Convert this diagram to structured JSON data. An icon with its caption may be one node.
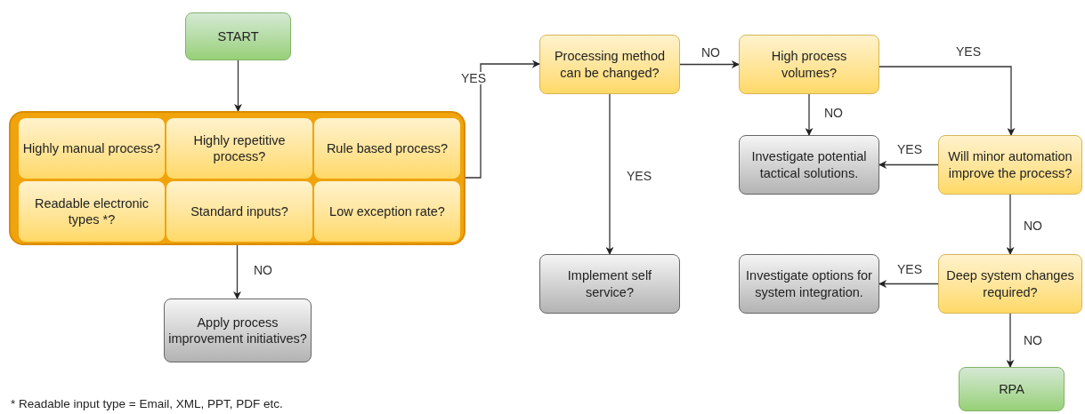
{
  "diagram": {
    "nodes": [
      {
        "text": [
          "START"
        ]
      },
      {
        "text": [],
        "shape": "box"
      },
      {
        "text": [
          "Highly manual process?"
        ],
        "in": 1
      },
      {
        "text": [
          "Highly repetitive process?"
        ],
        "in": 1
      },
      {
        "text": [
          "Rule based process?"
        ],
        "in": 1
      },
      {
        "text": [
          "Readable electronic types *?"
        ],
        "in": 1
      },
      {
        "text": [
          "Standard inputs?"
        ],
        "in": 1
      },
      {
        "text": [
          "Low exception rate?"
        ],
        "in": 1
      },
      {
        "text": [
          "Apply process improvement initiatives?"
        ]
      },
      {
        "text": [
          "Processing method can be changed?"
        ]
      },
      {
        "text": [
          "High process volumes?"
        ]
      },
      {
        "text": [
          "Investigate potential tactical solutions."
        ]
      },
      {
        "text": [
          "Will minor automation improve the process?"
        ]
      },
      {
        "text": [
          "Implement self service?"
        ]
      },
      {
        "text": [
          "Investigate options for system integration."
        ]
      },
      {
        "text": [
          "Deep system changes required?"
        ]
      },
      {
        "text": [
          "RPA"
        ]
      }
    ],
    "edges": [
      {
        "from": 0,
        "to": 1,
        "arrow": "to"
      },
      {
        "from": 1,
        "to": 8,
        "arrow": "to",
        "label": "NO"
      },
      {
        "from": 1,
        "to": 9,
        "arrow": "to",
        "label": "YES"
      },
      {
        "from": 9,
        "to": 10,
        "arrow": "to",
        "label": "NO"
      },
      {
        "from": 9,
        "to": 13,
        "arrow": "to",
        "label": "YES"
      },
      {
        "from": 10,
        "to": 11,
        "arrow": "to",
        "label": "NO"
      },
      {
        "from": 10,
        "to": 12,
        "arrow": "to",
        "label": "YES"
      },
      {
        "from": 12,
        "to": 11,
        "arrow": "to",
        "label": "YES"
      },
      {
        "from": 12,
        "to": 15,
        "arrow": "to",
        "label": "NO"
      },
      {
        "from": 15,
        "to": 14,
        "arrow": "to",
        "label": "YES"
      },
      {
        "from": 15,
        "to": 16,
        "arrow": "to",
        "label": "NO"
      }
    ],
    "labels": [
      "* Readable input type = Email, XML, PPT, PDF etc."
    ]
  }
}
